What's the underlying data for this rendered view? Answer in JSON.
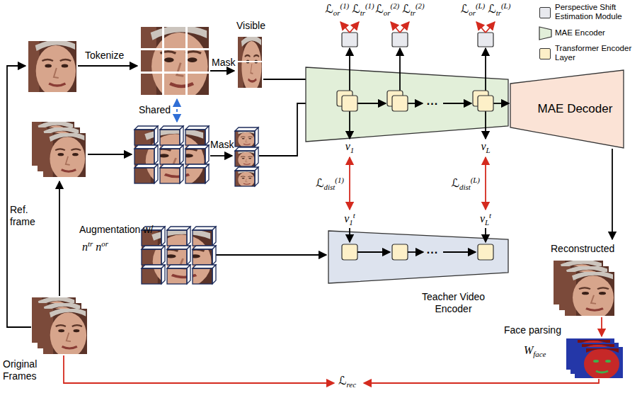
{
  "diagram": {
    "nodes": [
      {
        "text": [
          "MAE Decoder"
        ]
      },
      {
        "text": [
          "Teacher Video Encoder"
        ]
      }
    ],
    "labels": [
      "Tokenize",
      "Visible",
      "Mask",
      "Shared",
      "ℒor(1) ℒtr(1)",
      "ℒor(2) ℒtr(2)",
      "ℒor(L) ℒtr(L)",
      "Mask",
      "...",
      "v1",
      "vL",
      "ℒdist(1)",
      "ℒdist(L)",
      "v1t",
      "vLt",
      "...",
      "Ref. frame",
      "Augmentation w/",
      "ntr nor",
      "Reconstructed",
      "Original Frames",
      "Face parsing",
      "Wface",
      "ℒrec"
    ],
    "legend": [
      {
        "text": "Perspective Shift Estimation Module",
        "color": "#e8e9ee"
      },
      {
        "text": "MAE Encoder"
      },
      {
        "text": "Transformer Encoder Layer",
        "color": "#fdf0c8"
      }
    ]
  }
}
